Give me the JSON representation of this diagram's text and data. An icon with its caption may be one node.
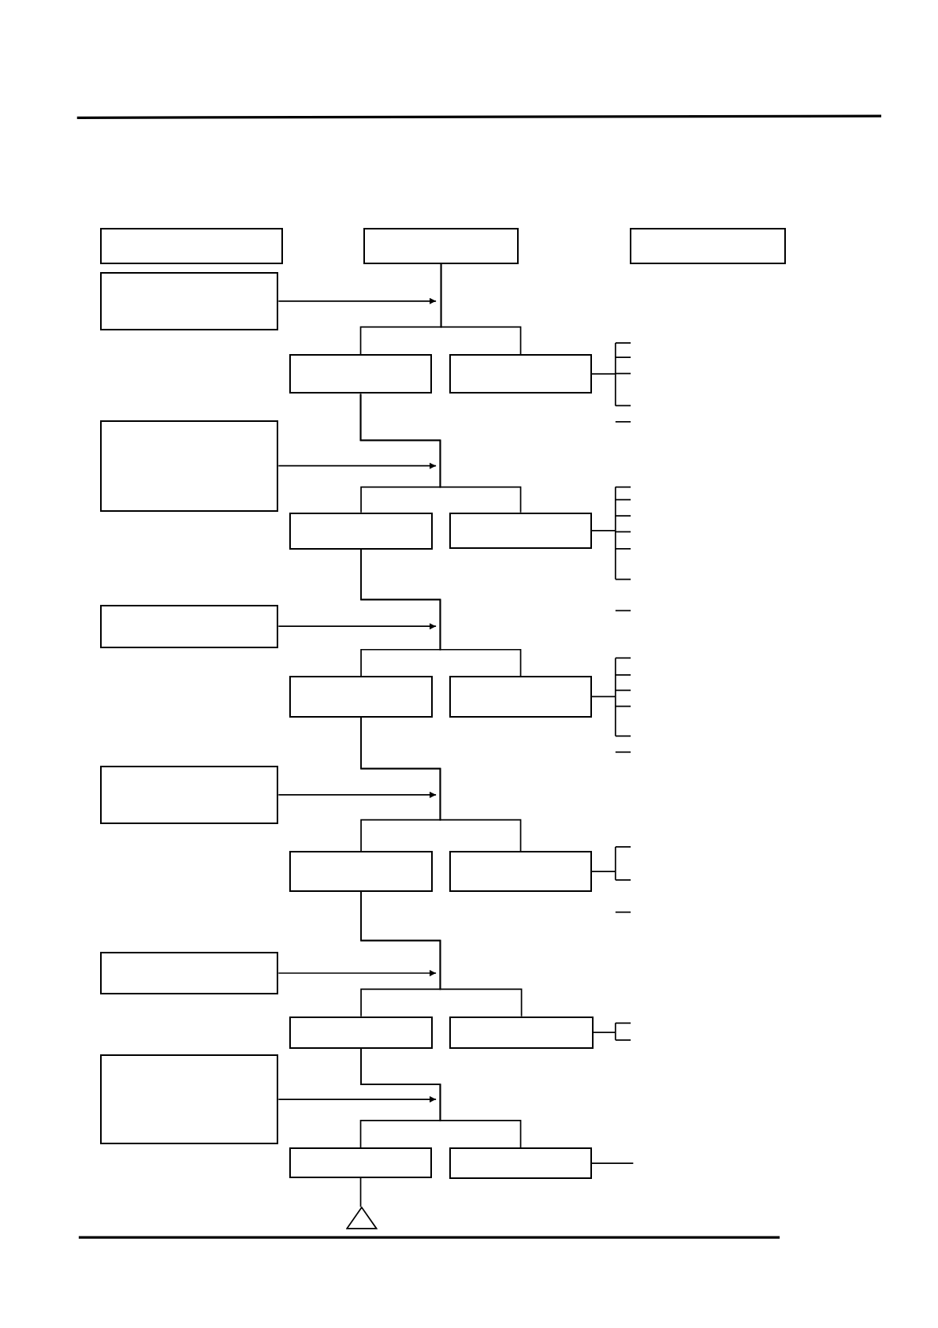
{
  "diagram": {
    "nodes": [
      {
        "text": [],
        "shape": "box"
      },
      {
        "text": [],
        "shape": "box"
      },
      {
        "text": [],
        "shape": "box"
      },
      {
        "text": [],
        "shape": "box"
      },
      {
        "text": [],
        "shape": "box"
      },
      {
        "text": [],
        "shape": "box"
      },
      {
        "text": [],
        "shape": "box"
      },
      {
        "text": [],
        "shape": "box"
      },
      {
        "text": [],
        "shape": "box"
      },
      {
        "text": [],
        "shape": "box"
      },
      {
        "text": [],
        "shape": "box"
      },
      {
        "text": [],
        "shape": "box"
      },
      {
        "text": [],
        "shape": "box"
      },
      {
        "text": [],
        "shape": "box"
      },
      {
        "text": [],
        "shape": "box"
      },
      {
        "text": [],
        "shape": "box"
      },
      {
        "text": [],
        "shape": "box"
      },
      {
        "text": [],
        "shape": "box"
      },
      {
        "text": [],
        "shape": "box"
      },
      {
        "text": [],
        "shape": "box"
      },
      {
        "text": [],
        "shape": "box"
      },
      {
        "text": [],
        "shape": "triangle"
      }
    ],
    "edges": [
      {
        "from": 1,
        "to": 4,
        "arrow": "none"
      },
      {
        "from": 1,
        "to": 5,
        "arrow": "none"
      },
      {
        "from": 3,
        "to": null,
        "arrow": "to"
      },
      {
        "from": 5,
        "to": null,
        "arrow": "none"
      },
      {
        "from": 4,
        "to": 7,
        "arrow": "none"
      },
      {
        "from": 4,
        "to": 8,
        "arrow": "none"
      },
      {
        "from": 6,
        "to": null,
        "arrow": "to"
      },
      {
        "from": 8,
        "to": null,
        "arrow": "none"
      },
      {
        "from": 7,
        "to": 10,
        "arrow": "none"
      },
      {
        "from": 7,
        "to": 11,
        "arrow": "none"
      },
      {
        "from": 9,
        "to": null,
        "arrow": "to"
      },
      {
        "from": 11,
        "to": null,
        "arrow": "none"
      },
      {
        "from": 10,
        "to": 13,
        "arrow": "none"
      },
      {
        "from": 10,
        "to": 14,
        "arrow": "none"
      },
      {
        "from": 12,
        "to": null,
        "arrow": "to"
      },
      {
        "from": 14,
        "to": null,
        "arrow": "none"
      },
      {
        "from": 13,
        "to": 16,
        "arrow": "none"
      },
      {
        "from": 13,
        "to": 17,
        "arrow": "none"
      },
      {
        "from": 15,
        "to": null,
        "arrow": "to"
      },
      {
        "from": 17,
        "to": null,
        "arrow": "none"
      },
      {
        "from": 16,
        "to": 19,
        "arrow": "none"
      },
      {
        "from": 16,
        "to": 20,
        "arrow": "none"
      },
      {
        "from": 18,
        "to": null,
        "arrow": "to"
      },
      {
        "from": 20,
        "to": null,
        "arrow": "none"
      },
      {
        "from": 19,
        "to": 21,
        "arrow": "none"
      }
    ]
  }
}
